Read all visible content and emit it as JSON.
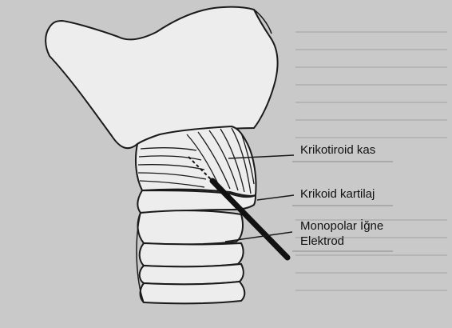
{
  "diagram": {
    "labels": {
      "cricothyroid_muscle": "Krikotiroid kas",
      "cricoid_cartilage": "Krikoid kartilaj",
      "needle_line1": "Monopolar İğne",
      "needle_line2": "Elektrod"
    },
    "colors": {
      "paper": "#c9c9c9",
      "ink": "#1a1a1a",
      "organ_fill": "#ededed",
      "needle": "#111111"
    }
  }
}
